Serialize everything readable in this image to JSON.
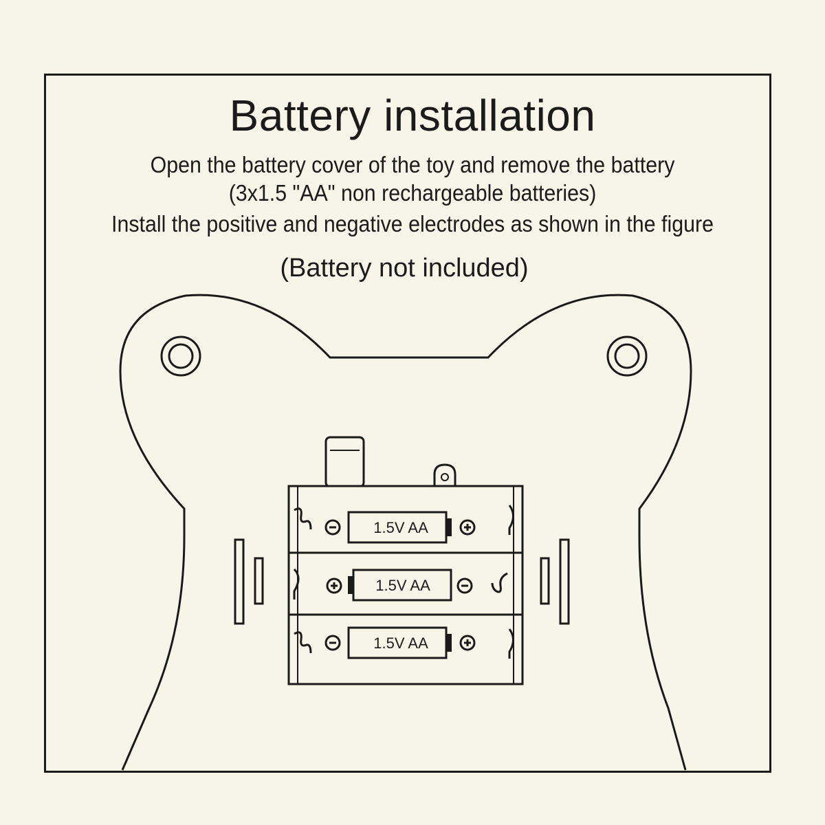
{
  "title": "Battery installation",
  "instructions": {
    "line1": "Open the battery cover of the toy and remove the battery",
    "line2": "(3x1.5 \"AA\" non rechargeable batteries)",
    "line3": "Install the positive and negative electrodes as shown in the figure"
  },
  "note": "(Battery not included)",
  "batteries": [
    {
      "label": "1.5V AA",
      "left_terminal": "negative",
      "right_terminal": "positive"
    },
    {
      "label": "1.5V AA",
      "left_terminal": "positive",
      "right_terminal": "negative"
    },
    {
      "label": "1.5V AA",
      "left_terminal": "negative",
      "right_terminal": "positive"
    }
  ],
  "symbols": {
    "positive": "+",
    "negative": "−"
  }
}
